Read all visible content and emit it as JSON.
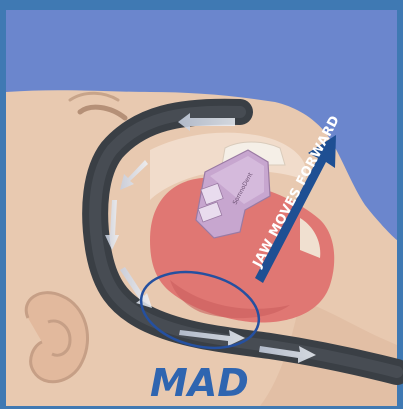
{
  "annotation": {
    "arrow_label": "JAW MOVES FORWARD"
  },
  "title": "MAD",
  "device": {
    "brand": "SomnoDent"
  },
  "colors": {
    "frame": "#3f79b3",
    "background": "#6b86cd",
    "skin": "#e8c9b0",
    "airway": "#3a3f45",
    "tongue": "#e07773",
    "device": "#c7a6cf",
    "arrow": "#1e4f93",
    "highlight": "#2550a0"
  }
}
